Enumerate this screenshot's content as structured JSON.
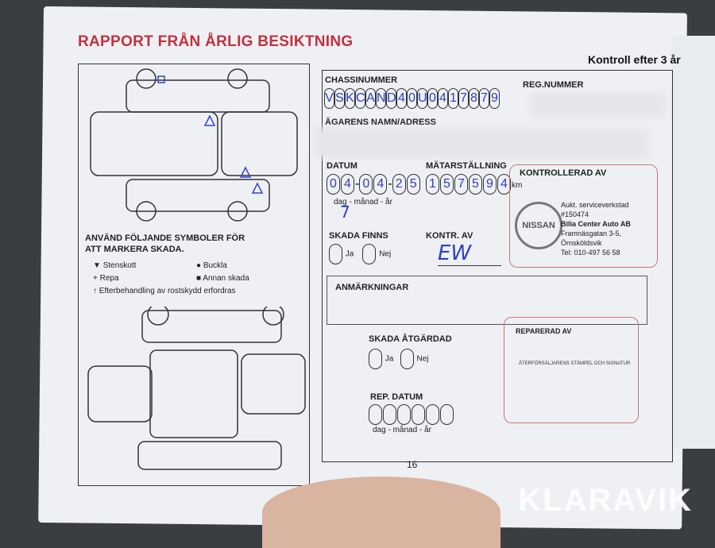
{
  "title": "RAPPORT FRÅN ÅRLIG BESIKTNING",
  "kontroll": "Kontroll efter 3 år",
  "legend": {
    "heading": "ANVÄND FÖLJANDE SYMBOLER FÖR ATT MARKERA SKADA.",
    "items": [
      {
        "sym": "▼",
        "label": "Stenskott"
      },
      {
        "sym": "●",
        "label": "Buckla"
      },
      {
        "sym": "+",
        "label": "Repa"
      },
      {
        "sym": "■",
        "label": "Annan skada"
      },
      {
        "sym": "↑",
        "label": "Efterbehandling av rostskydd erfordras"
      }
    ]
  },
  "form": {
    "chassis_label": "CHASSINUMMER",
    "chassis_value": [
      "V",
      "S",
      "K",
      "C",
      "A",
      "N",
      "D",
      "4",
      "0",
      "U",
      "0",
      "4",
      "1",
      "7",
      "8",
      "7",
      "9"
    ],
    "reg_label": "REG.NUMMER",
    "owner_label": "ÄGARENS NAMN/ADRESS",
    "date_label": "DATUM",
    "date_value": [
      "04",
      "04",
      "25"
    ],
    "date_hint": "dag - månad - år",
    "date_note": "7",
    "odo_label": "MÄTARSTÄLLNING",
    "odo_value": [
      "1",
      "5",
      "7",
      "5",
      "9",
      "4"
    ],
    "odo_unit": "km",
    "checked_label": "KONTROLLERAD AV",
    "damage_label": "SKADA FINNS",
    "yes": "Ja",
    "no": "Nej",
    "kontr_label": "KONTR. AV",
    "kontr_sig": "EW",
    "remarks_label": "ANMÄRKNINGAR",
    "fixed_label": "SKADA ÅTGÄRDAD",
    "rep_date_label": "REP. DATUM",
    "repaired_label": "REPARERAD AV",
    "repaired_hint": "ÅTERFÖRSÄLJARENS STÄMPEL OCH SIGNATUR"
  },
  "stamp": {
    "logo": "NISSAN",
    "line1": "Aukt. serviceverkstad #150474",
    "line2": "Bilia Center Auto AB",
    "line3": "Framnäsgatan 3-5, Örnsköldsvik",
    "line4": "Tel: 010-497 56 58"
  },
  "page_number": "16",
  "watermark": "KLARAVIK"
}
